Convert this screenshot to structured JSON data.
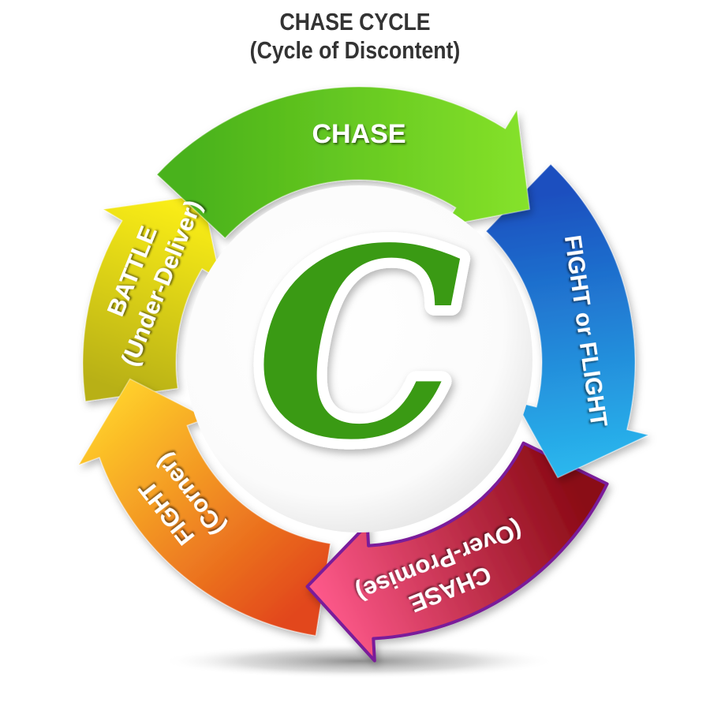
{
  "header": {
    "title": "CHASE CYCLE",
    "subtitle": "(Cycle of Discontent)"
  },
  "center": {
    "letter": "C",
    "color": "#3a9a14"
  },
  "segments": [
    {
      "name": "chase",
      "line1": "CHASE",
      "line2": "",
      "color_start": "#4ab21a",
      "color_end": "#86e22a"
    },
    {
      "name": "fight-or-flight",
      "line1": "FIGHT or FLIGHT",
      "line2": "",
      "color_start": "#1a4fbf",
      "color_end": "#2ab8ee"
    },
    {
      "name": "chase-over-promise",
      "line1": "CHASE",
      "line2": "(Over-Promise)",
      "color_start": "#8a0a14",
      "color_end": "#ff5a8c",
      "border": "#7a1a9a"
    },
    {
      "name": "fight-corner",
      "line1": "FIGHT",
      "line2": "(Corner)",
      "color_start": "#e2461a",
      "color_end": "#ffd02a"
    },
    {
      "name": "battle-under-deliver",
      "line1": "BATTLE",
      "line2": "(Under-Deliver)",
      "color_start": "#b8b012",
      "color_end": "#fff21a"
    }
  ]
}
